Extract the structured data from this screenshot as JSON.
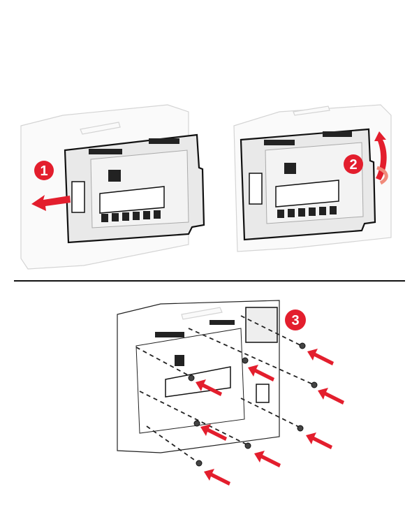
{
  "steps": [
    {
      "number": "1",
      "action": "remove-cover"
    },
    {
      "number": "2",
      "action": "rotate-cover"
    },
    {
      "number": "3",
      "action": "insert-screws"
    }
  ],
  "colors": {
    "accent": "#e31e2d",
    "outline": "#111111",
    "divider": "#111111"
  }
}
